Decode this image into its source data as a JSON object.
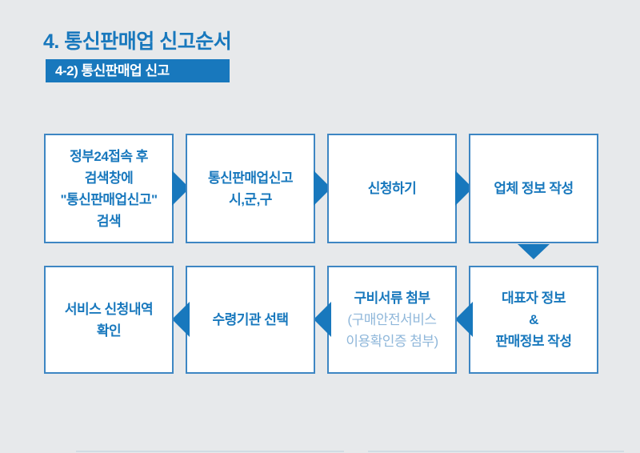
{
  "colors": {
    "accent": "#1878bd",
    "box-border": "#3d86c3",
    "light-text": "#8fb7da",
    "bg": "#e7e9eb",
    "box-bg": "#ffffff",
    "badge-text": "#ffffff"
  },
  "header": {
    "title": "4. 통신판매업 신고순서",
    "badge": "4-2) 통신판매업 신고"
  },
  "flow": {
    "boxes": [
      {
        "step": 1,
        "lines": [
          "정부24접속 후",
          "검색창에",
          "\"통신판매업신고\"",
          "검색"
        ]
      },
      {
        "step": 2,
        "lines": [
          "통신판매업신고",
          "시,군,구"
        ]
      },
      {
        "step": 3,
        "lines": [
          "신청하기"
        ]
      },
      {
        "step": 4,
        "lines": [
          "업체 정보 작성"
        ]
      },
      {
        "step": 5,
        "lines": [
          "대표자 정보",
          "&",
          "판매정보 작성"
        ]
      },
      {
        "step": 6,
        "lines": [
          "구비서류 첨부"
        ],
        "sub_lines": [
          "(구매안전서비스",
          "이용확인증 첨부)"
        ]
      },
      {
        "step": 7,
        "lines": [
          "수령기관 선택"
        ]
      },
      {
        "step": 8,
        "lines": [
          "서비스 신청내역",
          "확인"
        ]
      }
    ],
    "arrows": [
      {
        "from": 1,
        "to": 2,
        "direction": "right"
      },
      {
        "from": 2,
        "to": 3,
        "direction": "right"
      },
      {
        "from": 3,
        "to": 4,
        "direction": "right"
      },
      {
        "from": 4,
        "to": 5,
        "direction": "down"
      },
      {
        "from": 5,
        "to": 6,
        "direction": "left"
      },
      {
        "from": 6,
        "to": 7,
        "direction": "left"
      },
      {
        "from": 7,
        "to": 8,
        "direction": "left"
      }
    ]
  }
}
